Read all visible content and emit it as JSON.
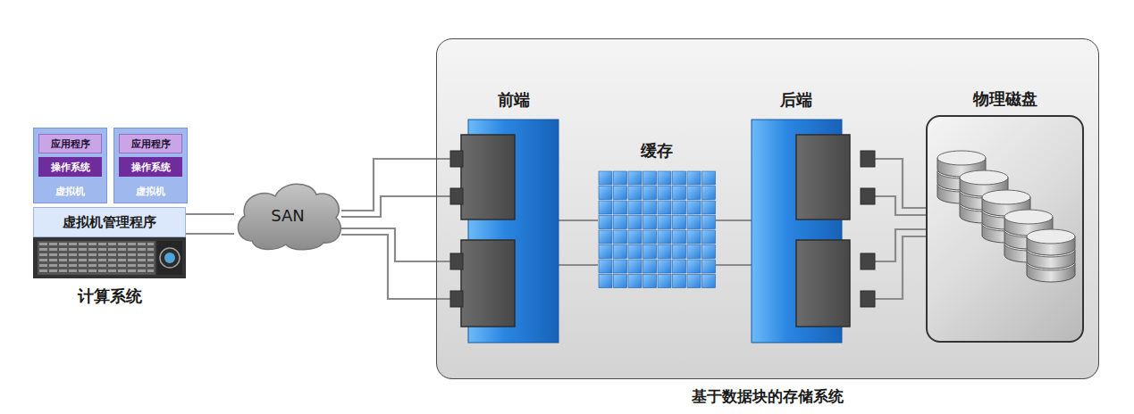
{
  "diagram": {
    "nodes": [
      {
        "text": [
          "计算系统"
        ]
      },
      {
        "text": [
          "应用程序",
          "操作系统",
          "虚拟机"
        ],
        "in": 0
      },
      {
        "text": [
          "应用程序",
          "操作系统",
          "虚拟机"
        ],
        "in": 0
      },
      {
        "text": [
          "虚拟机管理程序"
        ],
        "in": 0
      },
      {
        "text": [
          "SAN"
        ]
      },
      {
        "text": [
          "基于数据块的存储系统"
        ]
      },
      {
        "text": [
          "前端"
        ],
        "in": 5
      },
      {
        "text": [
          "缓存"
        ],
        "in": 5
      },
      {
        "text": [
          "后端"
        ],
        "in": 5
      },
      {
        "text": [
          "物理磁盘"
        ],
        "in": 5
      }
    ],
    "edges": [
      {
        "from": 3,
        "to": 4,
        "arrow": "none"
      },
      {
        "from": 4,
        "to": 6,
        "arrow": "none"
      },
      {
        "from": 6,
        "to": 7,
        "arrow": "none"
      },
      {
        "from": 7,
        "to": 8,
        "arrow": "none"
      },
      {
        "from": 8,
        "to": 9,
        "arrow": "none"
      }
    ]
  }
}
